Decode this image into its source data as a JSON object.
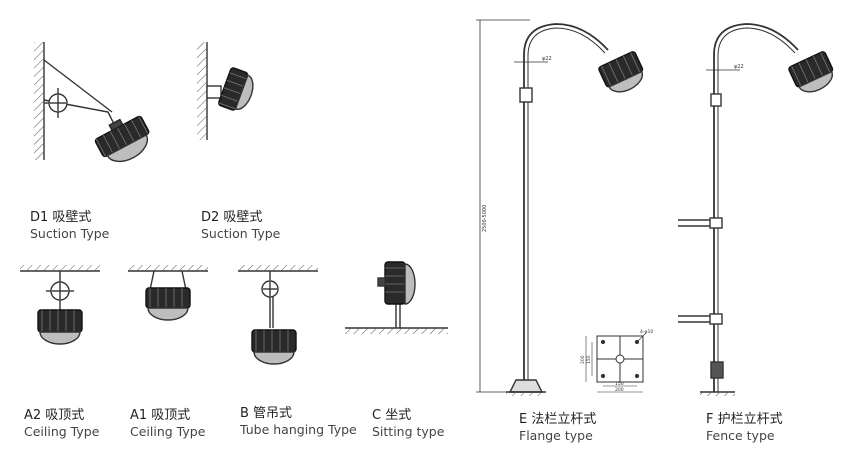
{
  "captions": {
    "d1": {
      "zh": "D1 吸壁式",
      "en": "Suction Type"
    },
    "d2": {
      "zh": "D2 吸壁式",
      "en": "Suction Type"
    },
    "a2": {
      "zh": "A2 吸顶式",
      "en": "Ceiling  Type"
    },
    "a1": {
      "zh": "A1 吸顶式",
      "en": "Ceiling  Type"
    },
    "b": {
      "zh": "B 管吊式",
      "en": "Tube hanging Type"
    },
    "c": {
      "zh": "C 坐式",
      "en": "Sitting type"
    },
    "e": {
      "zh": "E 法栏立杆式",
      "en": "Flange type"
    },
    "f": {
      "zh": "F 护栏立杆式",
      "en": "Fence type"
    }
  },
  "dimensions": {
    "pole_height": "2500-5000",
    "pipe_e": "φ22",
    "pipe_f": "φ22",
    "flange_bolt": "4-φ10",
    "flange_inner_w": "150",
    "flange_outer_w": "200",
    "flange_inner_h": "150",
    "flange_outer_h": "200"
  },
  "colors": {
    "line": "#333333",
    "fixture_dark": "#2a2a2a",
    "glass": "#bdbdbd"
  }
}
